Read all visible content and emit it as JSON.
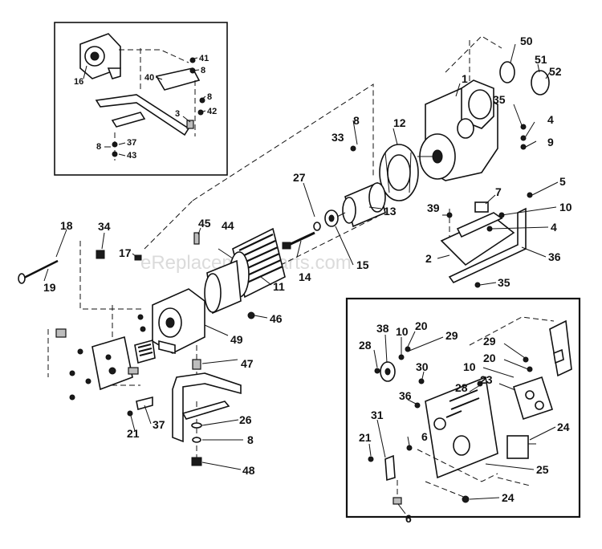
{
  "watermark": "eReplacementParts.com",
  "labels": {
    "main": [
      "1",
      "2",
      "4",
      "4",
      "5",
      "7",
      "8",
      "9",
      "10",
      "11",
      "12",
      "13",
      "14",
      "15",
      "17",
      "18",
      "19",
      "27",
      "33",
      "34",
      "35",
      "35",
      "36",
      "39",
      "44",
      "45",
      "46",
      "47",
      "49",
      "50",
      "51",
      "52"
    ],
    "inset_top": [
      "3",
      "8",
      "8",
      "8",
      "16",
      "37",
      "40",
      "41",
      "42",
      "43"
    ],
    "inset_bottom": [
      "6",
      "6",
      "10",
      "10",
      "20",
      "20",
      "21",
      "23",
      "24",
      "24",
      "25",
      "28",
      "28",
      "29",
      "29",
      "30",
      "31",
      "36",
      "38"
    ],
    "lower_left": [
      "8",
      "21",
      "26",
      "37",
      "48"
    ]
  }
}
